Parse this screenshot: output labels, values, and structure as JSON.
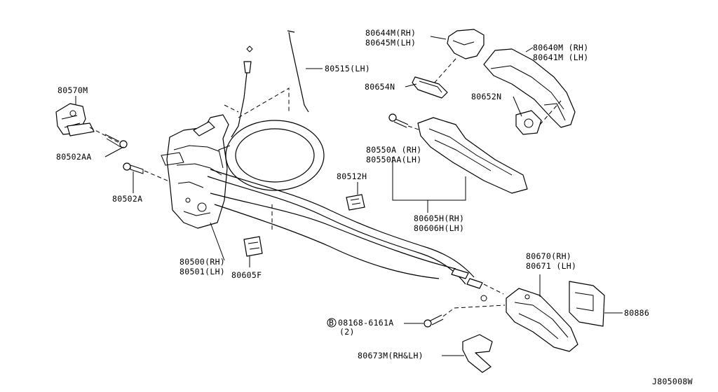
{
  "diagram_id": "J805008W",
  "callout_symbol": "B",
  "labels": {
    "l80570M": "80570M",
    "l80502AA": "80502AA",
    "l80502A": "80502A",
    "l80500": "80500(RH)",
    "l80501": "80501(LH)",
    "l80605F": "80605F",
    "l80515": "80515(LH)",
    "l80512H": "80512H",
    "l80644M": "80644M(RH)",
    "l80645M": "80645M(LH)",
    "l80654N": "80654N",
    "l80640M": "80640M (RH)",
    "l80641M": "80641M (LH)",
    "l80652N": "80652N",
    "l80550A": "80550A (RH)",
    "l80550AA": "80550AA(LH)",
    "l80605H": "80605H(RH)",
    "l80606H": "80606H(LH)",
    "l80670": "80670(RH)",
    "l80671": "80671 (LH)",
    "l80886": "80886",
    "l08168": "08168-6161A",
    "l08168qty": "(2)",
    "l80673M": "80673M(RH&LH)"
  }
}
